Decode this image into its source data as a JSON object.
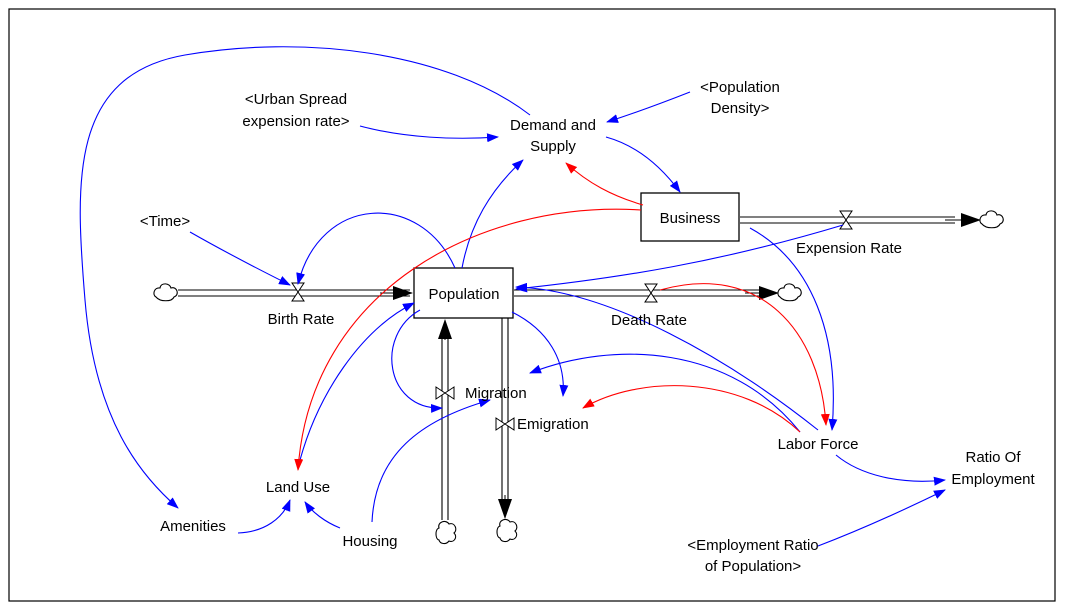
{
  "diagram": {
    "stocks": {
      "population": "Population",
      "business": "Business"
    },
    "flows": {
      "birth_rate": "Birth Rate",
      "death_rate": "Death Rate",
      "expension_rate": "Expension Rate",
      "migration": "Migration",
      "emigration": "Emigration"
    },
    "variables": {
      "demand_supply_1": "Demand and",
      "demand_supply_2": "Supply",
      "labor_force": "Labor Force",
      "ratio_employment_1": "Ratio Of",
      "ratio_employment_2": "Employment",
      "land_use": "Land Use",
      "amenities": "Amenities",
      "housing": "Housing"
    },
    "shadow_variables": {
      "time": "<Time>",
      "urban_spread_1": "<Urban Spread",
      "urban_spread_2": "expension rate>",
      "population_density_1": "<Population",
      "population_density_2": "Density>",
      "employment_ratio_1": "<Employment Ratio",
      "employment_ratio_2": "of Population>"
    },
    "colors": {
      "positive_link": "#0000ff",
      "negative_link": "#ff0000",
      "pipe": "#000000"
    }
  }
}
